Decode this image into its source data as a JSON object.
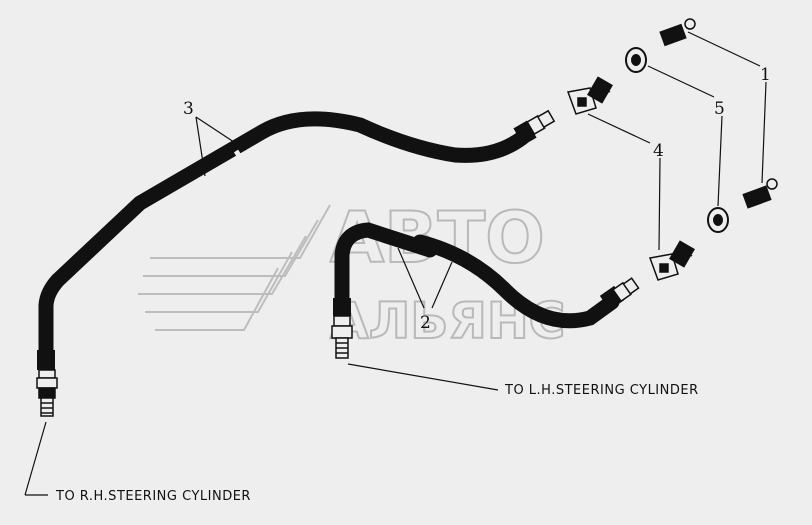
{
  "labels": {
    "rh_cylinder": "TO R.H.STEERING CYLINDER",
    "lh_cylinder": "TO L.H.STEERING CYLINDER"
  },
  "callouts": {
    "c1": "1",
    "c2": "2",
    "c3": "3",
    "c4": "4",
    "c5": "5"
  },
  "watermark": {
    "line1": "АВТО",
    "line2": "АЛЬЯНС"
  }
}
